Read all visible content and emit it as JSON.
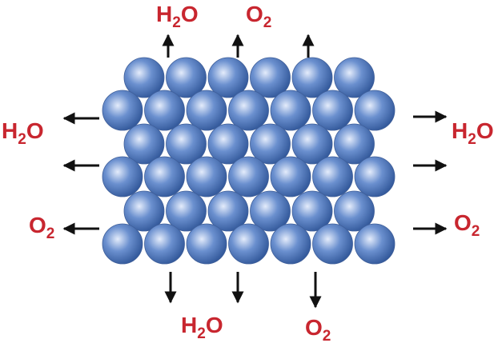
{
  "colors": {
    "label": "#c8262f",
    "arrow": "#111111",
    "sphere_light": "#e4ecfb",
    "sphere_mid": "#6b90cf",
    "sphere_dark": "#2f5597"
  },
  "labels": {
    "top_left": {
      "base": "H",
      "sub": "2",
      "tail": "O"
    },
    "top_right": {
      "base": "O",
      "sub": "2",
      "tail": ""
    },
    "left_upper": {
      "base": "H",
      "sub": "2",
      "tail": "O"
    },
    "left_lower": {
      "base": "O",
      "sub": "2",
      "tail": ""
    },
    "right_upper": {
      "base": "H",
      "sub": "2",
      "tail": "O"
    },
    "right_lower": {
      "base": "O",
      "sub": "2",
      "tail": ""
    },
    "bottom_left": {
      "base": "H",
      "sub": "2",
      "tail": "O"
    },
    "bottom_right": {
      "base": "O",
      "sub": "2",
      "tail": ""
    }
  },
  "lattice": {
    "rows": [
      6,
      7,
      6,
      7,
      6,
      7
    ]
  },
  "arrows": {
    "top": [
      "up",
      "up",
      "up"
    ],
    "left": [
      "left",
      "left",
      "left"
    ],
    "right": [
      "right",
      "right",
      "right"
    ],
    "bottom": [
      "down",
      "down",
      "down"
    ]
  }
}
